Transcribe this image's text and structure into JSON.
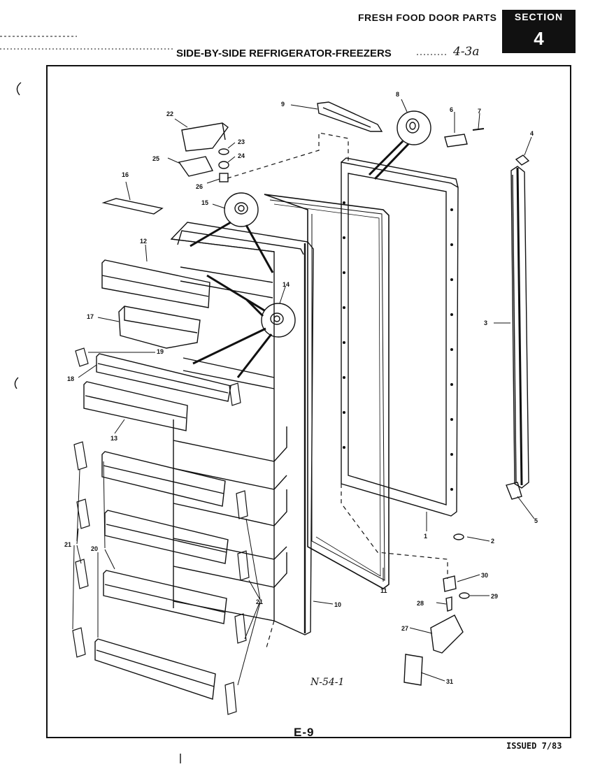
{
  "header": {
    "parts_title": "FRESH FOOD DOOR PARTS",
    "section_label": "SECTION",
    "section_number": "4",
    "title": "SIDE-BY-SIDE REFRIGERATOR-FREEZERS",
    "handwritten_note": "4-3a"
  },
  "diagram": {
    "model_code": "N-54-1",
    "part_labels": [
      {
        "key": "p22",
        "text": "22"
      },
      {
        "key": "p23",
        "text": "23"
      },
      {
        "key": "p24",
        "text": "24"
      },
      {
        "key": "p25",
        "text": "25"
      },
      {
        "key": "p26",
        "text": "26"
      },
      {
        "key": "p16",
        "text": "16"
      },
      {
        "key": "p9",
        "text": "9"
      },
      {
        "key": "p8",
        "text": "8"
      },
      {
        "key": "p6",
        "text": "6"
      },
      {
        "key": "p7",
        "text": "7"
      },
      {
        "key": "p4",
        "text": "4"
      },
      {
        "key": "p15",
        "text": "15"
      },
      {
        "key": "p12",
        "text": "12"
      },
      {
        "key": "p14",
        "text": "14"
      },
      {
        "key": "p17",
        "text": "17"
      },
      {
        "key": "p19",
        "text": "19"
      },
      {
        "key": "p18",
        "text": "18"
      },
      {
        "key": "p13",
        "text": "13"
      },
      {
        "key": "p3",
        "text": "3"
      },
      {
        "key": "p5",
        "text": "5"
      },
      {
        "key": "p1",
        "text": "1"
      },
      {
        "key": "p2",
        "text": "2"
      },
      {
        "key": "p21a",
        "text": "21"
      },
      {
        "key": "p20",
        "text": "20"
      },
      {
        "key": "p21b",
        "text": "21"
      },
      {
        "key": "p10",
        "text": "10"
      },
      {
        "key": "p11",
        "text": "11"
      },
      {
        "key": "p30",
        "text": "30"
      },
      {
        "key": "p28",
        "text": "28"
      },
      {
        "key": "p29",
        "text": "29"
      },
      {
        "key": "p27",
        "text": "27"
      },
      {
        "key": "p31",
        "text": "31"
      }
    ]
  },
  "footer": {
    "page_id": "E-9",
    "issued": "ISSUED 7/83"
  }
}
